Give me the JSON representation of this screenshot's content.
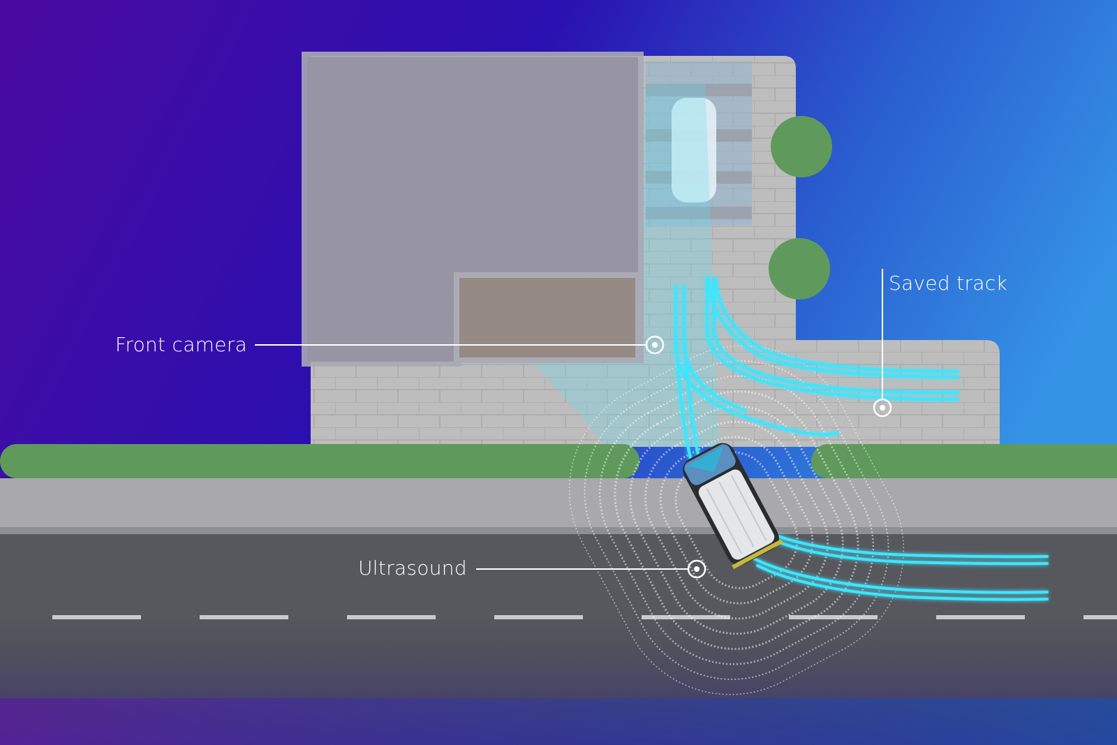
{
  "labels": {
    "front_camera": "Front camera",
    "saved_track": "Saved track",
    "ultrasound": "Ultrasound"
  },
  "colors": {
    "background_left": "#4a0aa0",
    "background_right": "#2f86dd",
    "track": "#3ee6ff",
    "grass": "#5f9a5c",
    "road": "#5a5c60",
    "pavement": "#b9b9b9",
    "building": "#9a98a4"
  }
}
